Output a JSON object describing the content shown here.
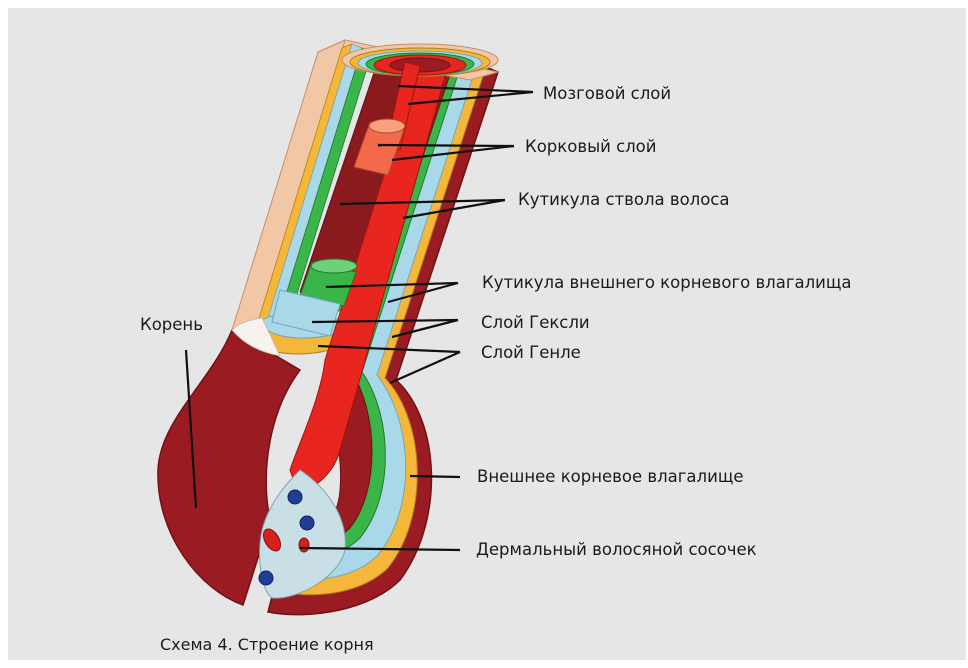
{
  "labels": {
    "medulla": "Мозговой слой",
    "cortex": "Корковый слой",
    "hair_cuticle": "Кутикула ствола волоса",
    "ors_cuticle": "Кутикула внешнего корневого влагалища",
    "huxley": "Слой Гексли",
    "henle": "Слой Генле",
    "root": "Корень",
    "outer_root_sheath": "Внешнее корневое влагалище",
    "dermal_papilla": "Дермальный волосяной сосочек"
  },
  "caption": "Схема 4. Строение корня",
  "colors": {
    "background": "#e6e6e6",
    "dark_red": "#9a1c22",
    "red": "#e8251e",
    "salmon": "#f26a4a",
    "green": "#39b54a",
    "light_blue": "#a9d8e8",
    "yellow": "#f4b73a",
    "peach": "#f2c7a6",
    "papilla": "#c9dfe6"
  }
}
